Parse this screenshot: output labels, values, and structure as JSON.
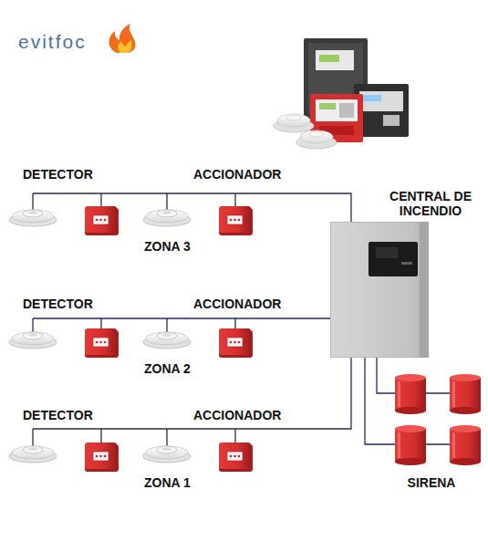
{
  "diagram": {
    "nodes": [
      {
        "text": [
          "CENTRAL DE INCENDIO"
        ]
      }
    ],
    "labels": [
      "evitfoc",
      "DETECTOR",
      "ACCIONADOR",
      "ZONA 3",
      "DETECTOR",
      "ACCIONADOR",
      "ZONA 2",
      "DETECTOR",
      "ACCIONADOR",
      "ZONA 1",
      "SIRENA"
    ]
  }
}
